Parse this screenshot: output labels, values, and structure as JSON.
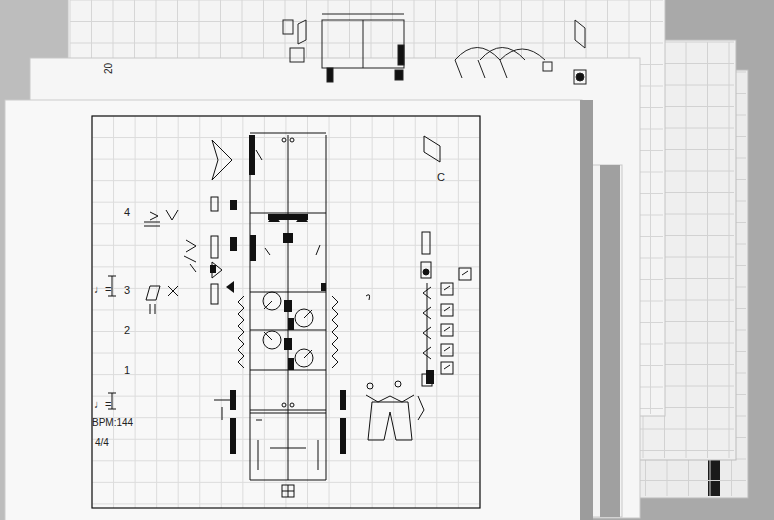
{
  "diagram": {
    "labels": [
      "20",
      "C",
      "4",
      "3",
      "2",
      "1",
      "♩=",
      "♩=",
      "BPM:144",
      "4/4"
    ]
  }
}
